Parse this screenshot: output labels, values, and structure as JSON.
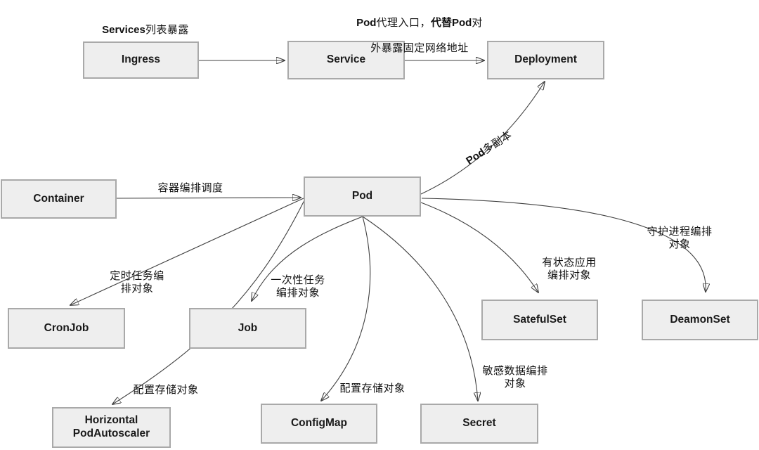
{
  "colors": {
    "node_fill": "#eeeeee",
    "node_border": "#a9a9a9",
    "edge_line": "#404040",
    "arrowhead": "#1a1a1a",
    "background": "#ffffff",
    "text": "#111111"
  },
  "nodes": {
    "ingress": "Ingress",
    "service": "Service",
    "deployment": "Deployment",
    "container": "Container",
    "pod": "Pod",
    "cronjob": "CronJob",
    "job": "Job",
    "satefulset": "SatefulSet",
    "deamonset": "DeamonSet",
    "hpa": "Horizontal\nPodAutoscaler",
    "configmap": "ConfigMap",
    "secret": "Secret"
  },
  "edge_labels": {
    "ingress_service": {
      "bold": "Services",
      "rest": "列表暴露"
    },
    "service_deployment": {
      "bold1": "Pod",
      "rest1": "代理入口，",
      "bold2": "代替Pod",
      "rest2": "对",
      "line2": "外暴露固定网络地址"
    },
    "container_pod": "容器编排调度",
    "pod_deployment": {
      "bold": "Pod",
      "rest": "多副本"
    },
    "pod_cronjob": "定时任务编\n排对象",
    "pod_job": "一次性任务\n编排对象",
    "pod_hpa": "配置存储对象",
    "pod_configmap": "配置存储对象",
    "pod_secret": "敏感数据编排\n对象",
    "pod_satefulset": "有状态应用\n编排对象",
    "pod_deamonset": "守护进程编排\n对象"
  }
}
